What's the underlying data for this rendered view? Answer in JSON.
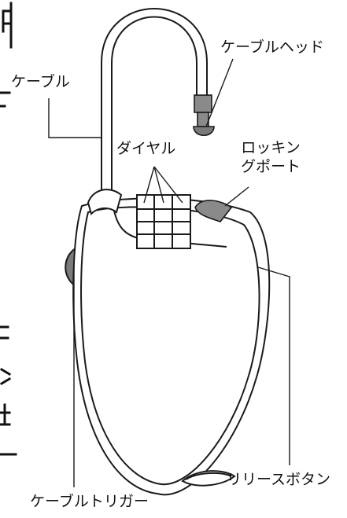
{
  "labels": {
    "cable": "ケーブル",
    "cable_head": "ケーブルヘッド",
    "dial": "ダイヤル",
    "locking_port_line1": "ロッキン",
    "locking_port_line2": "グポート",
    "release_button": "リリースボタン",
    "cable_trigger": "ケーブルトリガー"
  },
  "colors": {
    "outline": "#1a1a1a",
    "grey_part": "#7a7a7a",
    "grey_part_light": "#9a9a9a",
    "background": "#ffffff"
  }
}
